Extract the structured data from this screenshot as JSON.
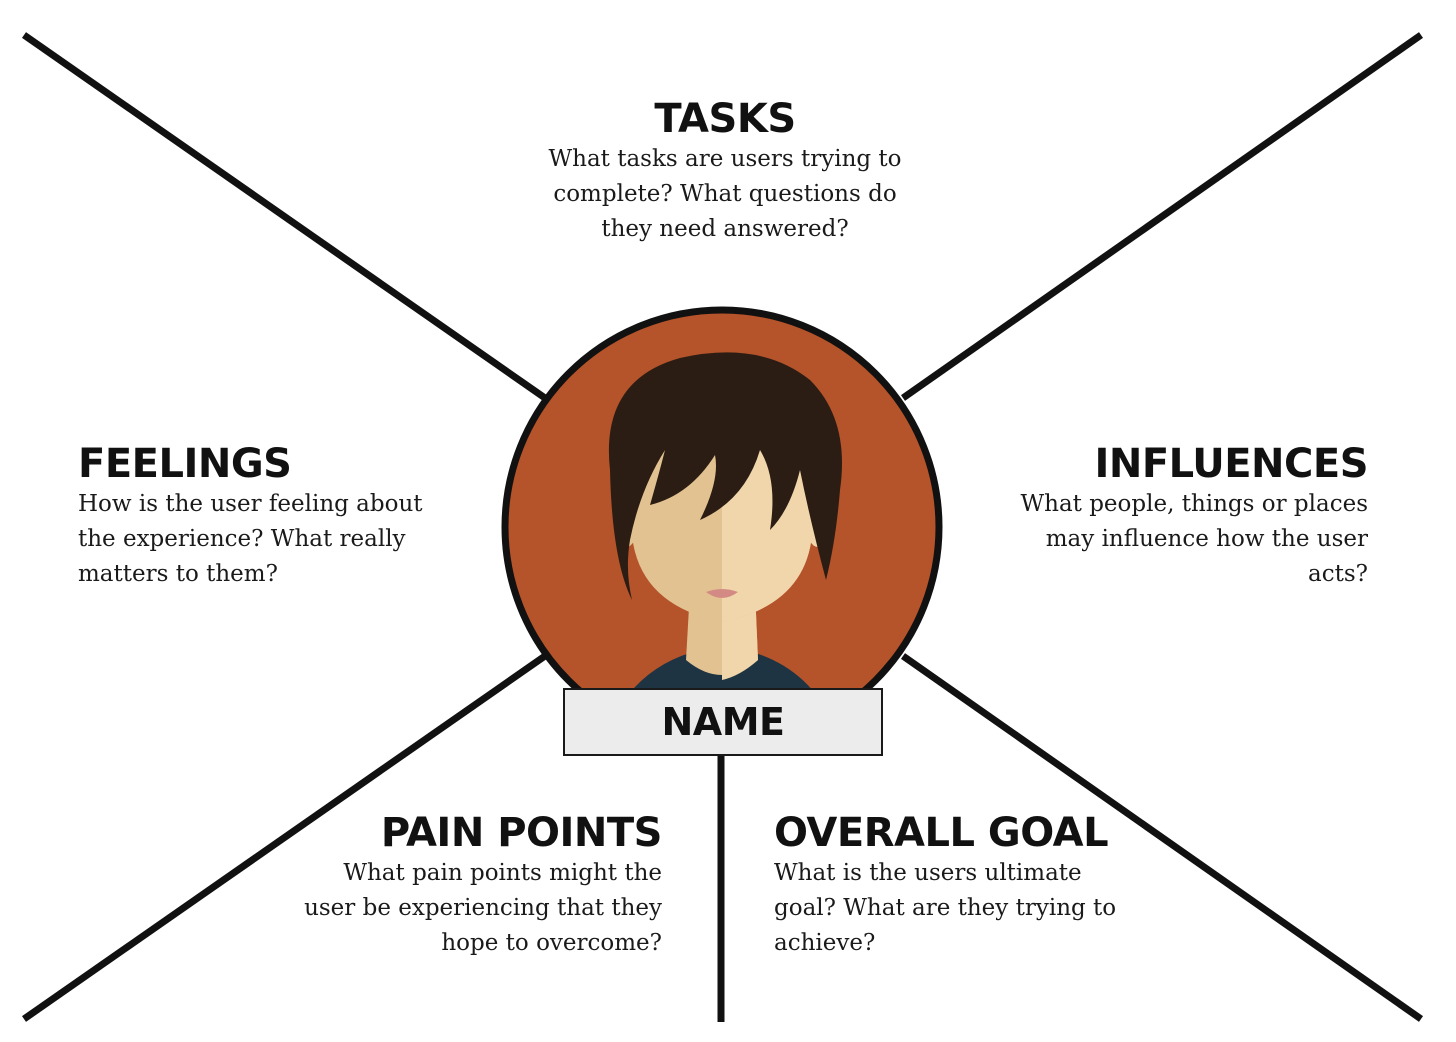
{
  "sections": {
    "tasks": {
      "title": "TASKS",
      "lines": [
        "What tasks are users trying to",
        "complete? What questions do",
        "they need answered?"
      ]
    },
    "feelings": {
      "title": "FEELINGS",
      "lines": [
        "How is the user feeling about",
        "the experience? What really",
        "matters to them?"
      ]
    },
    "influences": {
      "title": "INFLUENCES",
      "lines": [
        "What people, things or places",
        "may influence how the user",
        "acts?"
      ]
    },
    "pain_points": {
      "title": "PAIN POINTS",
      "lines": [
        "What pain points might the",
        "user be experiencing that they",
        "hope to overcome?"
      ]
    },
    "overall_goal": {
      "title": "OVERALL GOAL",
      "lines": [
        "What is the users ultimate",
        "goal? What are they trying to",
        "achieve?"
      ]
    }
  },
  "persona": {
    "name_label": "NAME",
    "avatar_icon": "female-persona-avatar-icon"
  },
  "colors": {
    "circle": "#b5532a",
    "line": "#111111",
    "name_box": "#ececec",
    "hair": "#2b1d13",
    "skin_light": "#f1d6ab",
    "skin_dark": "#e2c291",
    "shirt": "#1f3443",
    "lips": "#d48a84"
  }
}
